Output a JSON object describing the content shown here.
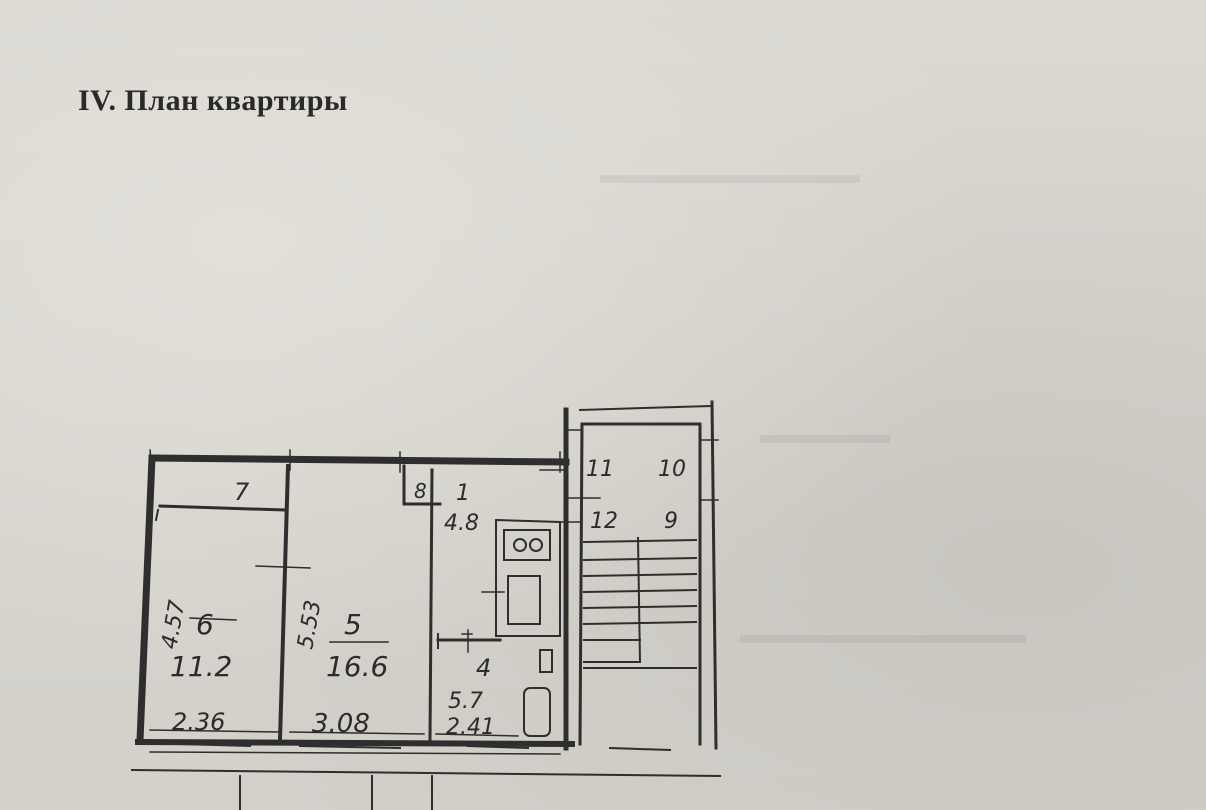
{
  "heading": "IV. План квартиры",
  "rooms": [
    {
      "number": "1",
      "area": "4.8"
    },
    {
      "number": "4",
      "area": "5.7"
    },
    {
      "number": "5",
      "area": "16.6"
    },
    {
      "number": "6",
      "area": "11.2"
    },
    {
      "number": "7"
    },
    {
      "number": "8"
    },
    {
      "number": "9"
    },
    {
      "number": "10"
    },
    {
      "number": "11"
    },
    {
      "number": "12"
    }
  ],
  "dimensions": {
    "room6_width": "2.36",
    "room5_width": "3.08",
    "room4_width": "2.41",
    "room6_length": "4.57",
    "room5_length": "5.53"
  }
}
